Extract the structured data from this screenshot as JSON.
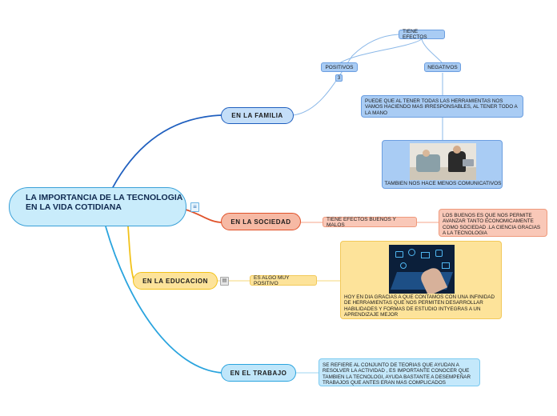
{
  "root": {
    "title": "LA IMPORTANCIA DE LA TECNOLOGIA EN LA VIDA COTIDIANA",
    "notes_icon": "notes-icon"
  },
  "branches": {
    "familia": {
      "label": "EN LA FAMILIA",
      "tiene_efectos": "TIENE EFECTOS",
      "positivos": "POSITIVOS",
      "positivos_badge": "3",
      "negativos": "NEGATIVOS",
      "negativos_text": "PUEDE QUE AL TENER TODAS LAS HERRAMIENTAS NOS VAMOS HACIENDO MAS IRRESPONSABLES, AL TENER TODO A LA MANO",
      "image_caption": "TAMBIEN NOS HACE MENOS COMUNICATIVOS"
    },
    "sociedad": {
      "label": "EN LA SOCIEDAD",
      "efectos": "TIENE EFECTOS BUENOS Y MALOS",
      "detalle": "LOS BUENOS ES QUE NOS PERMITE AVANZAR TANTO ECONOMICAMENTE COMO SOCIEDAD .LA CIENCIA GRACIAS A LA TECNOLOGIA"
    },
    "educacion": {
      "label": "EN LA EDUCACION",
      "positivo": "ES ALGO MUY POSITIVO",
      "detalle": "HOY EN DIA GRACIAS A QUE CONTAMOS CON UNA INFINIDAD DE HERRAMIENTAS QUE NOS PERMITEN DESARROLLAR HABILIDADES Y FORMAS DE ESTUDIO INTYEGRAS A UN APRENDIZAJE MEJOR"
    },
    "trabajo": {
      "label": "EN EL TRABAJO",
      "detalle": "SE REFIERE AL CONJUNTO DE TEORIAS QUE AYUDAN A RESOLVER LA ACTIVIDAD , ES IMPORTANTE CONOCER QUE TAMBIEN LA TECNOLOGI, AYUDA BASTANTE A DESEMPEÑAR TRABAJOS QUE ANTES ERAN MAS COMPLICADOS"
    }
  },
  "colors": {
    "familia": "#1f5fbf",
    "sociedad": "#e0522a",
    "educacion": "#f2c21b",
    "trabajo": "#2aa4de",
    "root_fill": "#c9ecfb"
  }
}
